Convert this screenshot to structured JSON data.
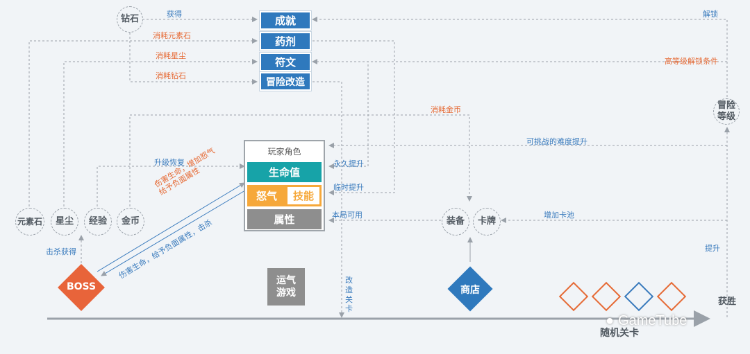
{
  "top_boxes": [
    "成就",
    "药剂",
    "符文",
    "冒险改造"
  ],
  "diamond_node": "钻石",
  "adventure_level": "冒险\n等级",
  "resources": [
    "元素石",
    "星尘",
    "经验",
    "金币"
  ],
  "player": {
    "title": "玩家角色",
    "health": "生命值",
    "rage": "怒气",
    "skill": "技能",
    "attribute": "属性"
  },
  "shop_items": [
    "装备",
    "卡牌"
  ],
  "boss": "BOSS",
  "shop": "商店",
  "luck_game": "运气\n游戏",
  "labels": {
    "gain": "获得",
    "unlock": "解锁",
    "consume_element": "消耗元素石",
    "consume_stardust": "消耗星尘",
    "consume_diamond": "消耗钻石",
    "high_level_unlock": "高等级解锁条件",
    "consume_gold": "消耗金币",
    "difficulty_up": "可挑战的难度提升",
    "level_recover": "升级恢复",
    "permanent_up": "永久提升",
    "temporary_up": "临时提升",
    "this_round_usable": "本局可用",
    "add_card_pool": "增加卡池",
    "improve": "提升",
    "kill_gain": "击杀获得",
    "victory": "获胜",
    "modify_level": "改\n造\n关\n卡",
    "damage_life_rage": "伤害生命，增加怒气\n给予负面属性",
    "damage_life_kill": "伤害生命，给予负面属性，击杀",
    "random_level": "随机关卡"
  },
  "watermark": "GameTube",
  "colors": {
    "blue_box": "#2f79bd",
    "teal": "#17a3a8",
    "rage_orange": "#f6a83a",
    "gray": "#8e8e8e",
    "boss_orange": "#e8643a",
    "shop_blue": "#2f79bd",
    "level_diamond_orange": "#e66a35",
    "level_diamond_blue": "#3a7bbd"
  }
}
